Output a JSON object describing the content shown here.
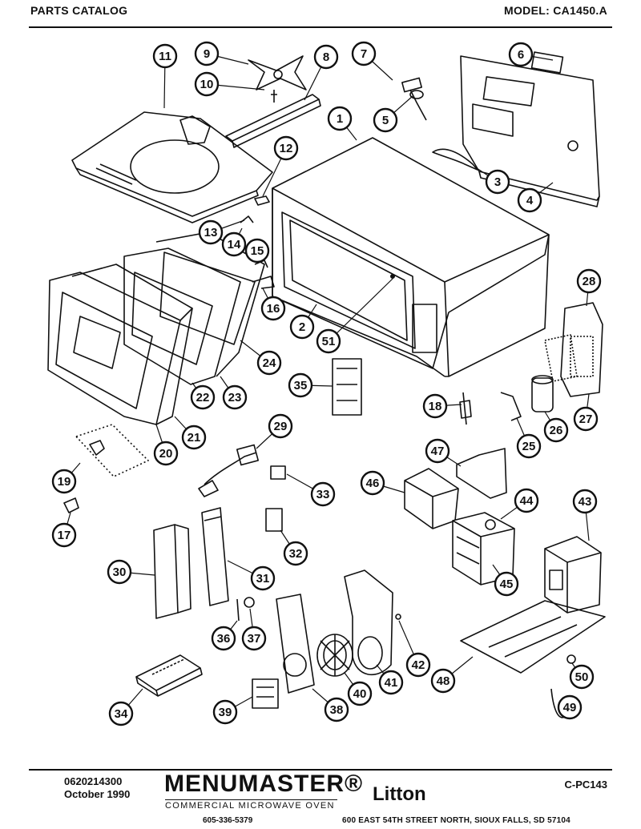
{
  "header": {
    "left": "PARTS CATALOG",
    "right": "MODEL: CA1450.A"
  },
  "callouts": [
    {
      "n": "1"
    },
    {
      "n": "2"
    },
    {
      "n": "3"
    },
    {
      "n": "4"
    },
    {
      "n": "5"
    },
    {
      "n": "6"
    },
    {
      "n": "7"
    },
    {
      "n": "8"
    },
    {
      "n": "9"
    },
    {
      "n": "10"
    },
    {
      "n": "11"
    },
    {
      "n": "12"
    },
    {
      "n": "13"
    },
    {
      "n": "14"
    },
    {
      "n": "15"
    },
    {
      "n": "16"
    },
    {
      "n": "17"
    },
    {
      "n": "18"
    },
    {
      "n": "19"
    },
    {
      "n": "20"
    },
    {
      "n": "21"
    },
    {
      "n": "22"
    },
    {
      "n": "23"
    },
    {
      "n": "24"
    },
    {
      "n": "25"
    },
    {
      "n": "26"
    },
    {
      "n": "27"
    },
    {
      "n": "28"
    },
    {
      "n": "29"
    },
    {
      "n": "30"
    },
    {
      "n": "31"
    },
    {
      "n": "32"
    },
    {
      "n": "33"
    },
    {
      "n": "34"
    },
    {
      "n": "35"
    },
    {
      "n": "36"
    },
    {
      "n": "37"
    },
    {
      "n": "38"
    },
    {
      "n": "39"
    },
    {
      "n": "40"
    },
    {
      "n": "41"
    },
    {
      "n": "42"
    },
    {
      "n": "43"
    },
    {
      "n": "44"
    },
    {
      "n": "45"
    },
    {
      "n": "46"
    },
    {
      "n": "47"
    },
    {
      "n": "48"
    },
    {
      "n": "49"
    },
    {
      "n": "50"
    },
    {
      "n": "51"
    }
  ],
  "footer": {
    "doc_number": "0620214300",
    "date": "October 1990",
    "brand": "MENUMASTER®",
    "brand_sub": "COMMERCIAL  MICROWAVE  OVEN",
    "manufacturer": "Litton",
    "catalog_code": "C-PC143",
    "phone": "605-336-5379",
    "address": "600 EAST 54TH STREET NORTH, SIOUX FALLS, SD  57104"
  }
}
